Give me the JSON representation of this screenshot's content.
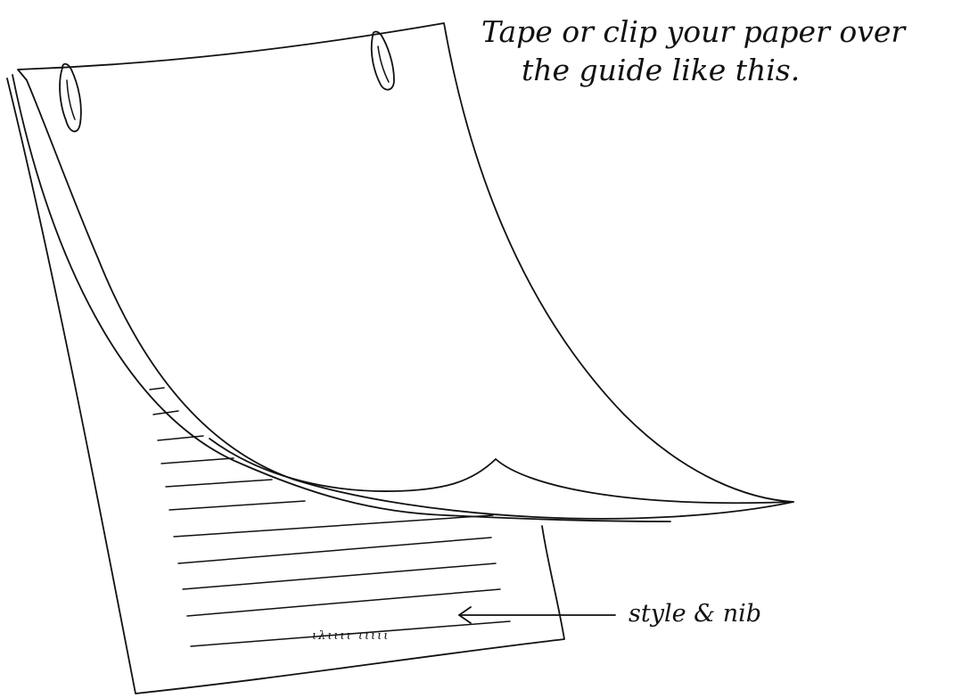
{
  "caption": {
    "line1": "Tape or clip your paper over",
    "line2": "the guide like this."
  },
  "guide": {
    "style_note": "style & nib",
    "sample_marks": "ιλιιιι ιιιιι"
  },
  "icons": {
    "clip_left": "paper-clip-icon",
    "clip_right": "paper-clip-icon",
    "arrow": "left-arrow-icon"
  },
  "colors": {
    "ink": "#111111",
    "paper": "#ffffff"
  }
}
